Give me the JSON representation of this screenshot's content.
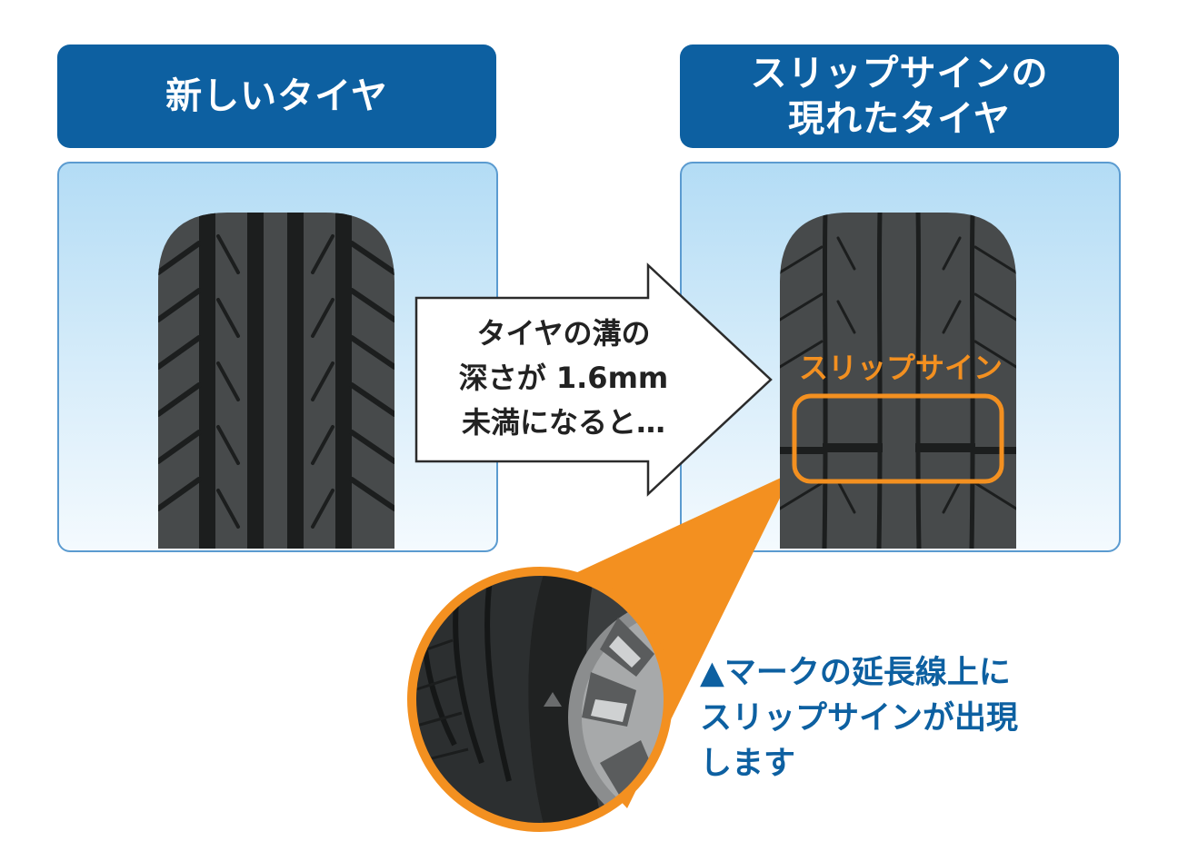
{
  "headers": {
    "new_tire": [
      "新しいタイヤ"
    ],
    "worn_tire": [
      "スリップサインの",
      "現れたタイヤ"
    ]
  },
  "arrow": {
    "lines": [
      "タイヤの溝の",
      "深さが 1.6mm",
      "未満になると…"
    ]
  },
  "slip_sign_label": "スリップサイン",
  "caption": {
    "lines": [
      "▲マークの延長線上に",
      "スリップサインが出現",
      "します"
    ]
  },
  "colors": {
    "header_bg": "#0d60a1",
    "panel_top": "#b3dcf5",
    "tire_tread": "#474a4b",
    "tire_groove": "#1c1e1e",
    "highlight_orange": "#f39020",
    "caption_text": "#0d60a1"
  }
}
